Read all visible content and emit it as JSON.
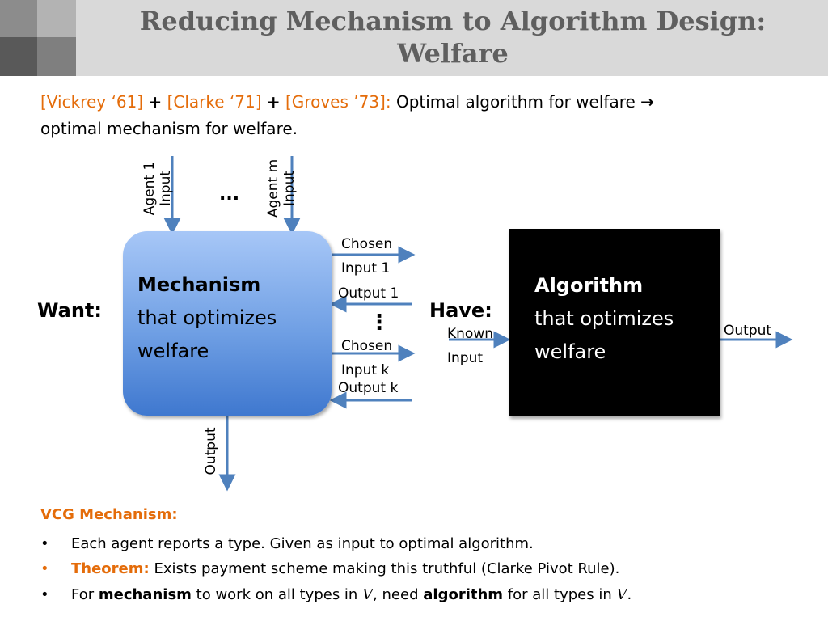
{
  "slide": {
    "title": "Reducing Mechanism to Algorithm Design: Welfare",
    "title_line1": "Reducing Mechanism to Algorithm Design:",
    "title_line2": "Welfare",
    "colors": {
      "title_bar": "#d9d9d9",
      "title_text": "#5f5f5f",
      "accent_orange": "#e46c0a",
      "arrow_blue": "#4f81bd"
    }
  },
  "intro": {
    "cite1": "[Vickrey ‘61]",
    "plus1": "+",
    "cite2": "[Clarke ‘71]",
    "plus2": "+",
    "cite3": "[Groves ’73]:",
    "text1": "Optimal algorithm for welfare",
    "arrow_glyph": "→",
    "text2": "optimal mechanism for welfare."
  },
  "diagram": {
    "want_label": "Want:",
    "have_label": "Have:",
    "agent1_line1": "Agent 1",
    "agent1_line2": "Input",
    "agent_ellipsis": "...",
    "agentm_line1": "Agent m",
    "agentm_line2": "Input",
    "mechanism": {
      "bold": "Mechanism",
      "line2": "that optimizes",
      "line3": "welfare"
    },
    "algorithm": {
      "bold": "Algorithm",
      "line2": "that optimizes",
      "line3": "welfare"
    },
    "chosen_input_1_a": "Chosen",
    "chosen_input_1_b": "Input 1",
    "output_1": "Output 1",
    "vdots": "⋮",
    "chosen_input_k_a": "Chosen",
    "chosen_input_k_b": "Input k",
    "output_k": "Output k",
    "mech_output": "Output",
    "known_input_a": "Known",
    "known_input_b": "Input",
    "alg_output": "Output"
  },
  "vcg": {
    "heading": "VCG Mechanism:",
    "bullet_glyph": "•",
    "b1": "Each agent reports a type. Given as input to optimal algorithm.",
    "b2_label": "Theorem:",
    "b2_text": "Exists payment scheme making this truthful (Clarke Pivot Rule).",
    "b3_a": "For",
    "b3_b": "mechanism",
    "b3_c": "to work on all types in",
    "b3_v1": "V",
    "b3_d": ", need",
    "b3_e": "algorithm",
    "b3_f": "for all types in",
    "b3_v2": "V",
    "b3_g": "."
  }
}
